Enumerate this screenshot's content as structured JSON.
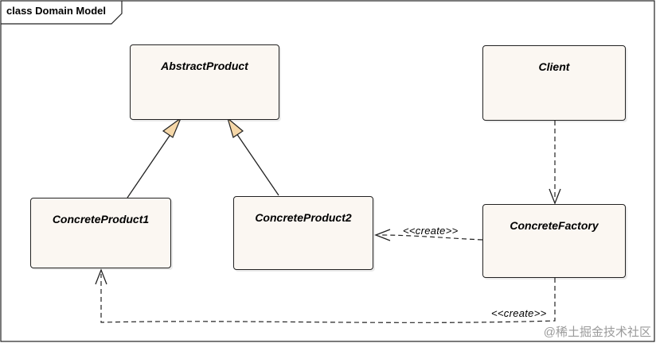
{
  "diagram": {
    "frame_title": "class Domain Model",
    "classes": {
      "abstract_product": "AbstractProduct",
      "client": "Client",
      "concrete_product1": "ConcreteProduct1",
      "concrete_product2": "ConcreteProduct2",
      "concrete_factory": "ConcreteFactory"
    },
    "relations": {
      "create_p2": "<<create>>",
      "create_p1": "<<create>>"
    },
    "watermark": "@稀土掘金技术社区"
  }
}
